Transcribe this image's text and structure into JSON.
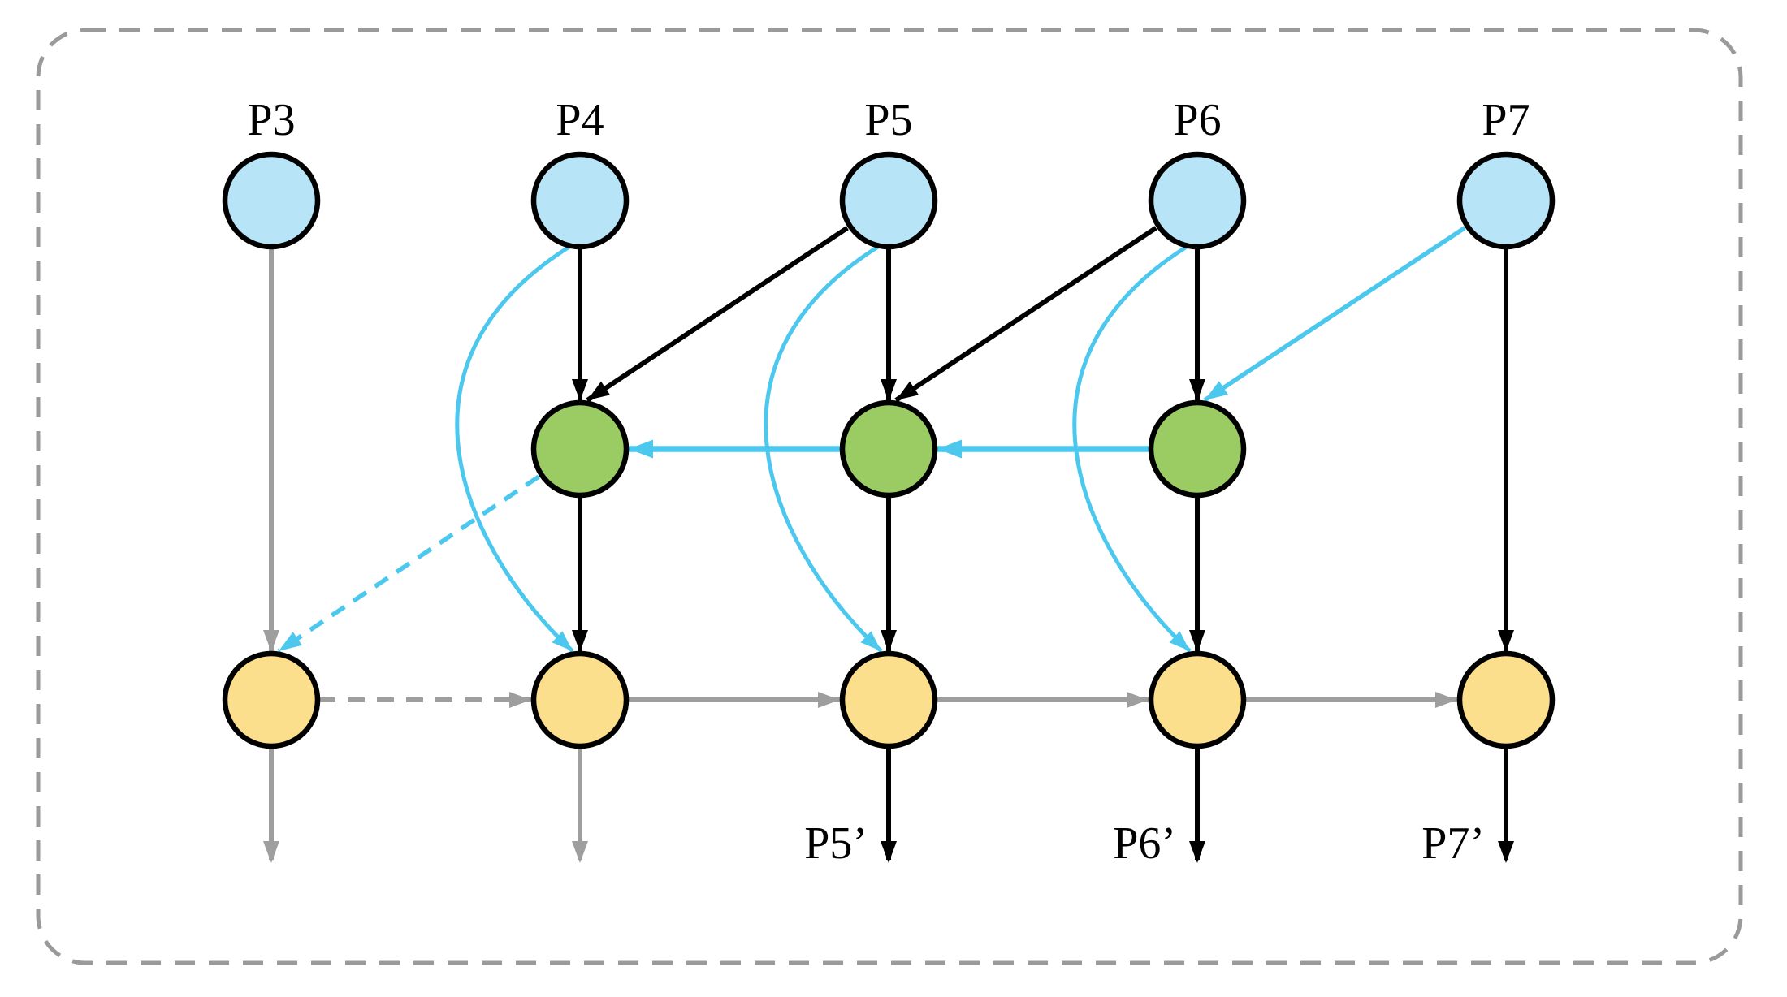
{
  "colors": {
    "input_fill": "#b7e4f6",
    "stage_fill": "#9bcb63",
    "output_fill": "#fbdf8d",
    "node_outline": "#000000",
    "black_edge": "#000000",
    "blue_edge": "#4cc8ef",
    "gray_edge": "#9e9e9e",
    "border": "#9a9a9a",
    "label": "#000000",
    "background": "#ffffff"
  },
  "columns": [
    {
      "id": "P3",
      "label": "P3",
      "rows": [
        "top",
        "bottom"
      ]
    },
    {
      "id": "P4",
      "label": "P4",
      "rows": [
        "top",
        "mid",
        "bottom"
      ]
    },
    {
      "id": "P5",
      "label": "P5",
      "rows": [
        "top",
        "mid",
        "bottom"
      ]
    },
    {
      "id": "P6",
      "label": "P6",
      "rows": [
        "top",
        "mid",
        "bottom"
      ]
    },
    {
      "id": "P7",
      "label": "P7",
      "rows": [
        "top",
        "bottom"
      ]
    }
  ],
  "edges": [
    {
      "from": "P3.top",
      "to": "P3.bottom",
      "color": "gray",
      "style": "solid",
      "shape": "vertical"
    },
    {
      "from": "P4.top",
      "to": "P4.mid",
      "color": "black",
      "style": "solid",
      "shape": "vertical"
    },
    {
      "from": "P5.top",
      "to": "P5.mid",
      "color": "black",
      "style": "solid",
      "shape": "vertical"
    },
    {
      "from": "P6.top",
      "to": "P6.mid",
      "color": "black",
      "style": "solid",
      "shape": "vertical"
    },
    {
      "from": "P7.top",
      "to": "P7.bottom",
      "color": "black",
      "style": "solid",
      "shape": "vertical"
    },
    {
      "from": "P5.top",
      "to": "P4.mid",
      "color": "black",
      "style": "solid",
      "shape": "diagonal"
    },
    {
      "from": "P6.top",
      "to": "P5.mid",
      "color": "black",
      "style": "solid",
      "shape": "diagonal"
    },
    {
      "from": "P7.top",
      "to": "P6.mid",
      "color": "blue",
      "style": "solid",
      "shape": "diagonal"
    },
    {
      "from": "P4.top",
      "to": "P4.bottom",
      "color": "blue",
      "style": "solid",
      "shape": "arc"
    },
    {
      "from": "P5.top",
      "to": "P5.bottom",
      "color": "blue",
      "style": "solid",
      "shape": "arc"
    },
    {
      "from": "P6.top",
      "to": "P6.bottom",
      "color": "blue",
      "style": "solid",
      "shape": "arc"
    },
    {
      "from": "P6.mid",
      "to": "P5.mid",
      "color": "blue",
      "style": "solid",
      "shape": "horizontal"
    },
    {
      "from": "P5.mid",
      "to": "P4.mid",
      "color": "blue",
      "style": "solid",
      "shape": "horizontal"
    },
    {
      "from": "P4.mid",
      "to": "P3.bottom",
      "color": "blue",
      "style": "dashed",
      "shape": "diagonal"
    },
    {
      "from": "P4.mid",
      "to": "P4.bottom",
      "color": "black",
      "style": "solid",
      "shape": "vertical"
    },
    {
      "from": "P5.mid",
      "to": "P5.bottom",
      "color": "black",
      "style": "solid",
      "shape": "vertical"
    },
    {
      "from": "P6.mid",
      "to": "P6.bottom",
      "color": "black",
      "style": "solid",
      "shape": "vertical"
    },
    {
      "from": "P3.bottom",
      "to": "P4.bottom",
      "color": "gray",
      "style": "dashed",
      "shape": "horizontal"
    },
    {
      "from": "P4.bottom",
      "to": "P5.bottom",
      "color": "gray",
      "style": "solid",
      "shape": "horizontal"
    },
    {
      "from": "P5.bottom",
      "to": "P6.bottom",
      "color": "gray",
      "style": "solid",
      "shape": "horizontal"
    },
    {
      "from": "P6.bottom",
      "to": "P7.bottom",
      "color": "gray",
      "style": "solid",
      "shape": "horizontal"
    },
    {
      "from": "P3.bottom",
      "to": "out",
      "color": "gray",
      "style": "solid",
      "shape": "exit"
    },
    {
      "from": "P4.bottom",
      "to": "out",
      "color": "gray",
      "style": "solid",
      "shape": "exit"
    },
    {
      "from": "P5.bottom",
      "to": "out",
      "color": "black",
      "style": "solid",
      "shape": "exit",
      "label": "P5’"
    },
    {
      "from": "P6.bottom",
      "to": "out",
      "color": "black",
      "style": "solid",
      "shape": "exit",
      "label": "P6’"
    },
    {
      "from": "P7.bottom",
      "to": "out",
      "color": "black",
      "style": "solid",
      "shape": "exit",
      "label": "P7’"
    }
  ]
}
